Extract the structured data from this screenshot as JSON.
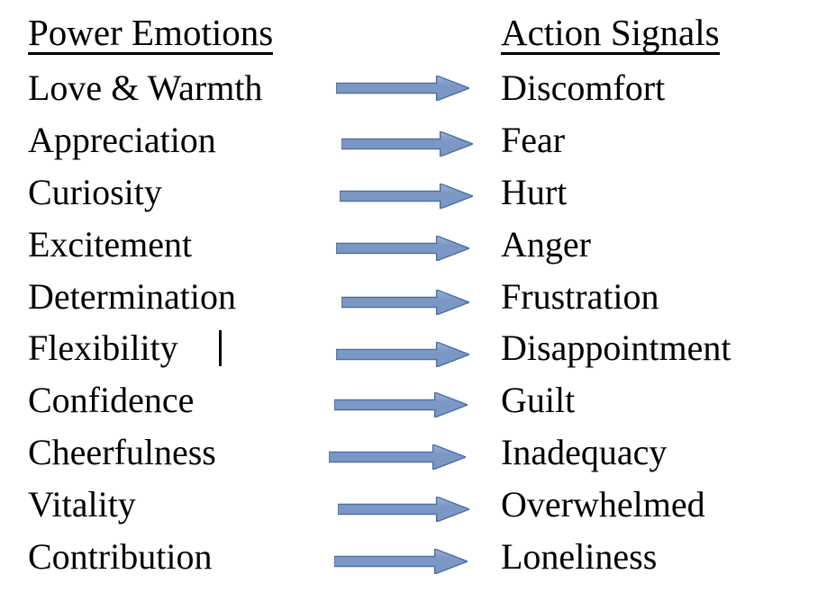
{
  "document": {
    "background_color": "#ffffff",
    "text_color": "#000000"
  },
  "columns": {
    "left": {
      "heading": "Power Emotions",
      "items": [
        "Love & Warmth",
        "Appreciation",
        "Curiosity",
        "Excitement",
        "Determination",
        "Flexibility",
        "Confidence",
        "Cheerfulness",
        "Vitality",
        "Contribution"
      ]
    },
    "right": {
      "heading": "Action Signals",
      "items": [
        "Discomfort",
        "Fear",
        "Hurt",
        "Anger",
        "Frustration",
        "Disappointment",
        "Guilt",
        "Inadequacy",
        "Overwhelmed",
        "Loneliness"
      ]
    }
  },
  "connectors": {
    "icon": "right-arrow-icon",
    "count": 10,
    "fill_color": "#7b97c4",
    "outline_color": "#4a6ea5",
    "highlight_color": "#9db3d6",
    "labels": [
      "Love & Warmth to Discomfort",
      "Appreciation to Fear",
      "Curiosity to Hurt",
      "Excitement to Anger",
      "Determination to Frustration",
      "Flexibility to Disappointment",
      "Confidence to Guilt",
      "Cheerfulness to Inadequacy",
      "Vitality to Overwhelmed",
      "Contribution to Loneliness"
    ]
  },
  "caret": {
    "after_text": "Flexibility",
    "visible": true
  }
}
